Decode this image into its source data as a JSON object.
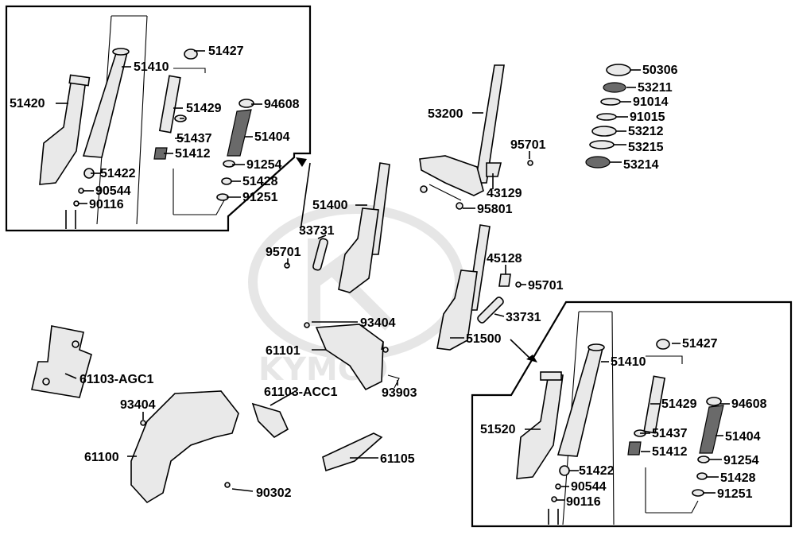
{
  "watermark": {
    "brand": "KYMCO"
  },
  "labels": {
    "l51427a": "51427",
    "l51410a": "51410",
    "l51420": "51420",
    "l51429a": "51429",
    "l94608a": "94608",
    "l51437a": "51437",
    "l51404a": "51404",
    "l51412a": "51412",
    "l91254a": "91254",
    "l51422a": "51422",
    "l51428a": "51428",
    "l90544a": "90544",
    "l91251a": "91251",
    "l90116a": "90116",
    "l50306": "50306",
    "l53211": "53211",
    "l91014": "91014",
    "l91015": "91015",
    "l53212": "53212",
    "l53215": "53215",
    "l53214": "53214",
    "l53200": "53200",
    "l95701a": "95701",
    "l43129": "43129",
    "l95801": "95801",
    "l51400": "51400",
    "l33731a": "33731",
    "l95701b": "95701",
    "l45128": "45128",
    "l95701c": "95701",
    "l33731b": "33731",
    "l51500": "51500",
    "l93404a": "93404",
    "l61101": "61101",
    "l93903": "93903",
    "l61103agc1": "61103-AGC1",
    "l61103acc1": "61103-ACC1",
    "l93404b": "93404",
    "l61100": "61100",
    "l61105": "61105",
    "l90302": "90302",
    "l51427b": "51427",
    "l51410b": "51410",
    "l51429b": "51429",
    "l94608b": "94608",
    "l51520": "51520",
    "l51437b": "51437",
    "l51404b": "51404",
    "l51412b": "51412",
    "l51422b": "51422",
    "l91254b": "91254",
    "l51428b": "51428",
    "l90544b": "90544",
    "l91251b": "91251",
    "l90116b": "90116"
  }
}
